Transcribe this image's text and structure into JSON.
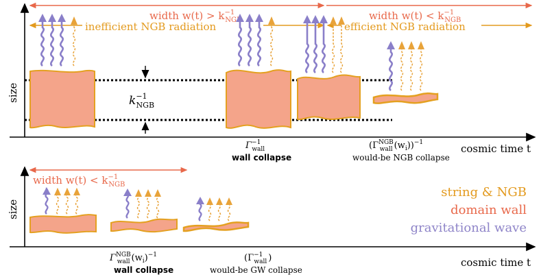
{
  "colors": {
    "wall_fill": "#f4a48a",
    "wall_edge": "#e4a020",
    "ngb": "#e8a33a",
    "gw": "#8a7fc9",
    "red_text": "#e8684a",
    "orange_text": "#e39a1e",
    "purple_text": "#8e84c8",
    "axis": "#000000"
  },
  "top_panel": {
    "y_axis_label": "size",
    "x_axis_label": "cosmic time t",
    "width_gt_label": "width w(t) > k",
    "width_gt_sup": "−1",
    "width_gt_sub": "NGB",
    "width_lt_label": "width w(t) < k",
    "width_lt_sup": "−1",
    "width_lt_sub": "NGB",
    "inefficient_label": "inefficient NGB radiation",
    "efficient_label": "efficient NGB radiation",
    "k_label": "k",
    "k_sup": "−1",
    "k_sub": "NGB",
    "tick1_gamma": "Γ",
    "tick1_sup": "−1",
    "tick1_sub": "wall",
    "tick1_caption": "wall collapse",
    "tick2_open": "(Γ",
    "tick2_sup": "NGB",
    "tick2_sub": "wall",
    "tick2_rest": "(w",
    "tick2_i": "i",
    "tick2_close": "))",
    "tick2_sup2": "−1",
    "tick2_caption": "would-be NGB collapse"
  },
  "bottom_panel": {
    "y_axis_label": "size",
    "x_axis_label": "cosmic time t",
    "width_lt_label": "width w(t) < k",
    "width_lt_sup": "−1",
    "width_lt_sub": "NGB",
    "tick1_gamma": "Γ",
    "tick1_sup": "NGB",
    "tick1_sub": "wall",
    "tick1_rest": "(w",
    "tick1_i": "i",
    "tick1_close": ")",
    "tick1_sup2": "−1",
    "tick1_caption": "wall collapse",
    "tick2_open": "(Γ",
    "tick2_sup": "−1",
    "tick2_sub": "wall",
    "tick2_close": ")",
    "tick2_caption": "would-be GW collapse"
  },
  "legend": {
    "items": [
      {
        "label": "string & NGB",
        "color": "#e39a1e"
      },
      {
        "label": "domain wall",
        "color": "#e8684a"
      },
      {
        "label": "gravitational wave",
        "color": "#8e84c8"
      }
    ]
  }
}
